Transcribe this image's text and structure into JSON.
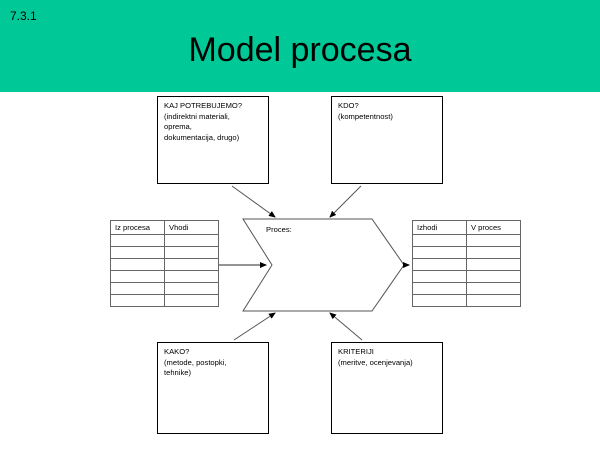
{
  "slide": {
    "number": "7.3.1",
    "title": "Model procesa",
    "header_color": "#00c896",
    "background_color": "#ffffff"
  },
  "diagram": {
    "process": {
      "label": "Proces:"
    },
    "boxes": [
      {
        "id": "kaj-potrebujemo",
        "title": "KAJ POTREBUJEMO?",
        "detail": "(indirektni materiali,\noprema,\ndokumentacija, drugo)"
      },
      {
        "id": "kdo",
        "title": "KDO?",
        "detail": "(kompetentnost)"
      },
      {
        "id": "kako",
        "title": "KAKO?",
        "detail": "(metode, postopki,\ntehnike)"
      },
      {
        "id": "kriteriji",
        "title": "KRITERIJI",
        "detail": "(meritve, ocenjevanja)"
      }
    ],
    "input_table": {
      "headers": [
        "Iz procesa",
        "Vhodi"
      ],
      "rows": [
        [
          "",
          ""
        ],
        [
          "",
          ""
        ],
        [
          "",
          ""
        ],
        [
          "",
          ""
        ],
        [
          "",
          ""
        ],
        [
          "",
          ""
        ]
      ]
    },
    "output_table": {
      "headers": [
        "Izhodi",
        "V proces"
      ],
      "rows": [
        [
          "",
          ""
        ],
        [
          "",
          ""
        ],
        [
          "",
          ""
        ],
        [
          "",
          ""
        ],
        [
          "",
          ""
        ],
        [
          "",
          ""
        ]
      ]
    }
  }
}
